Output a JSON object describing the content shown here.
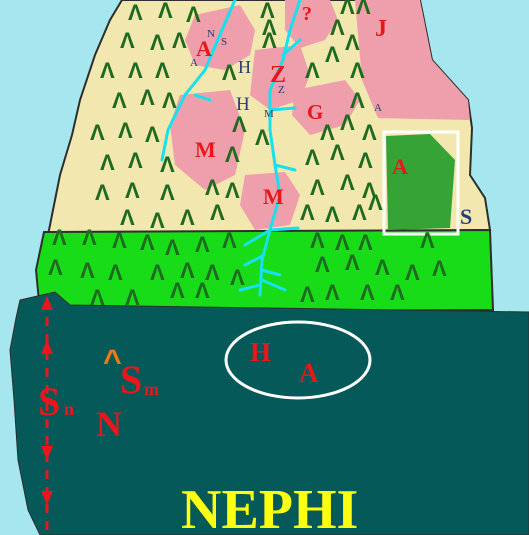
{
  "map": {
    "title": "NEPHI",
    "colors": {
      "sea": "#a5e6ef",
      "highlands": "#f2e7ae",
      "pink_regions": "#ee9fab",
      "lowland_green": "#17dc17",
      "forest_green": "#35a335",
      "south_land": "#055959",
      "rivers": "#17e0ef",
      "title": "#ffff10",
      "labels_red": "#e8171b",
      "labels_navy": "#2a3c78",
      "outline": "#2e2e2e"
    },
    "labels": {
      "a_north": "A",
      "n_small": "N",
      "s_small": "S",
      "a_small_left": "A",
      "question": "?",
      "j": "J",
      "h_upper": "H",
      "z_big": "Z",
      "z_small": "Z",
      "h_mid": "H",
      "m_small": "M",
      "g": "G",
      "a_small_right": "A",
      "m_left": "M",
      "a_box": "A",
      "m_mid": "M",
      "s_right": "S",
      "h_south": "H",
      "a_south": "A",
      "s_big": "S",
      "n_sub": "n",
      "s_m": "S",
      "m_sub": "m",
      "n_south": "N",
      "caret": "^"
    },
    "icons": [
      "mountain-icon",
      "arrow-up-icon",
      "arrow-down-icon",
      "caret-marker-icon"
    ]
  }
}
